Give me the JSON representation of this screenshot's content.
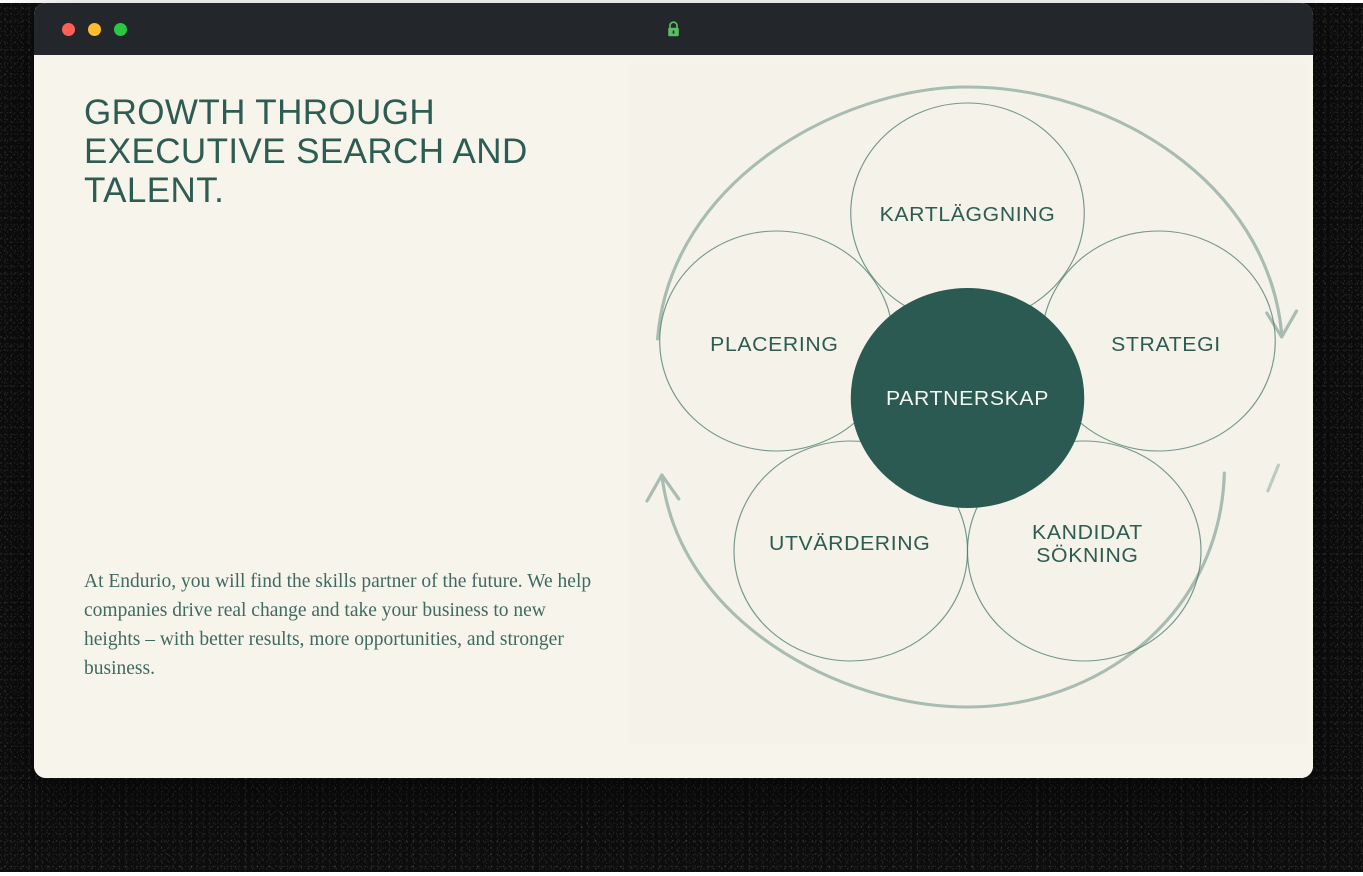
{
  "window": {
    "traffic_lights": [
      {
        "name": "close",
        "color": "#ff5f57"
      },
      {
        "name": "minimize",
        "color": "#febc2e"
      },
      {
        "name": "maximize",
        "color": "#28c840"
      }
    ],
    "secure_icon": "lock-icon",
    "lock_color": "#5dbb63"
  },
  "content": {
    "headline": "GROWTH THROUGH EXECUTIVE SEARCH AND TALENT.",
    "headline_lines": [
      "GROWTH THROUGH",
      "EXECUTIVE SEARCH AND",
      "TALENT."
    ],
    "paragraph": "At Endurio, you will find the skills partner of the future. We help companies drive real change and take your business to new heights – with better results, more opportunities, and stronger business."
  },
  "diagram": {
    "type": "radial-petal-cycle",
    "center": {
      "label": "PARTNERSKAP",
      "fill": "#2b5a52",
      "text_color": "#f2f6f0"
    },
    "petals": [
      {
        "label": "KARTLÄGGNING",
        "position": "top",
        "lines": [
          "KARTLÄGGNING"
        ]
      },
      {
        "label": "STRATEGI",
        "position": "right",
        "lines": [
          "STRATEGI"
        ]
      },
      {
        "label": "KANDIDAT SÖKNING",
        "position": "bottom-right",
        "lines": [
          "KANDIDAT",
          "SÖKNING"
        ]
      },
      {
        "label": "UTVÄRDERING",
        "position": "bottom-left",
        "lines": [
          "UTVÄRDERING"
        ]
      },
      {
        "label": "PLACERING",
        "position": "left",
        "lines": [
          "PLACERING"
        ]
      }
    ],
    "arrows": [
      {
        "name": "clockwise-arrow-right",
        "direction": "down"
      },
      {
        "name": "clockwise-arrow-left",
        "direction": "up"
      }
    ],
    "colors": {
      "panel_background": "#f5f2e9",
      "ring_stroke": "#4a7a6d",
      "arrow_stroke": "#a8bcb1",
      "label_text": "#2d5c52"
    }
  },
  "theme": {
    "page_background": "#f7f4ec",
    "titlebar": "#23272b",
    "brand_green": "#2d5c52",
    "body_text": "#3e6a62"
  }
}
